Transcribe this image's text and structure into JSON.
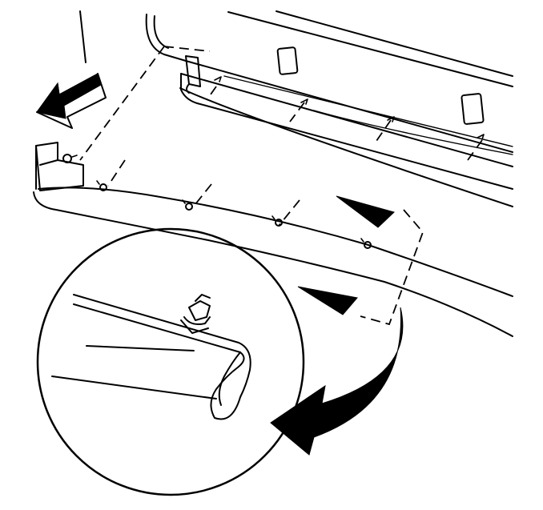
{
  "figure": {
    "illustration": "molding-removal-diagram",
    "colors": {
      "ink": "#000000",
      "paper": "#ffffff"
    },
    "callouts": {
      "removal_arrow_count": 1,
      "retainer_clip_count": 4,
      "pointer_triangle_count": 2,
      "detail_view": "molding-cross-section-with-clip"
    }
  }
}
